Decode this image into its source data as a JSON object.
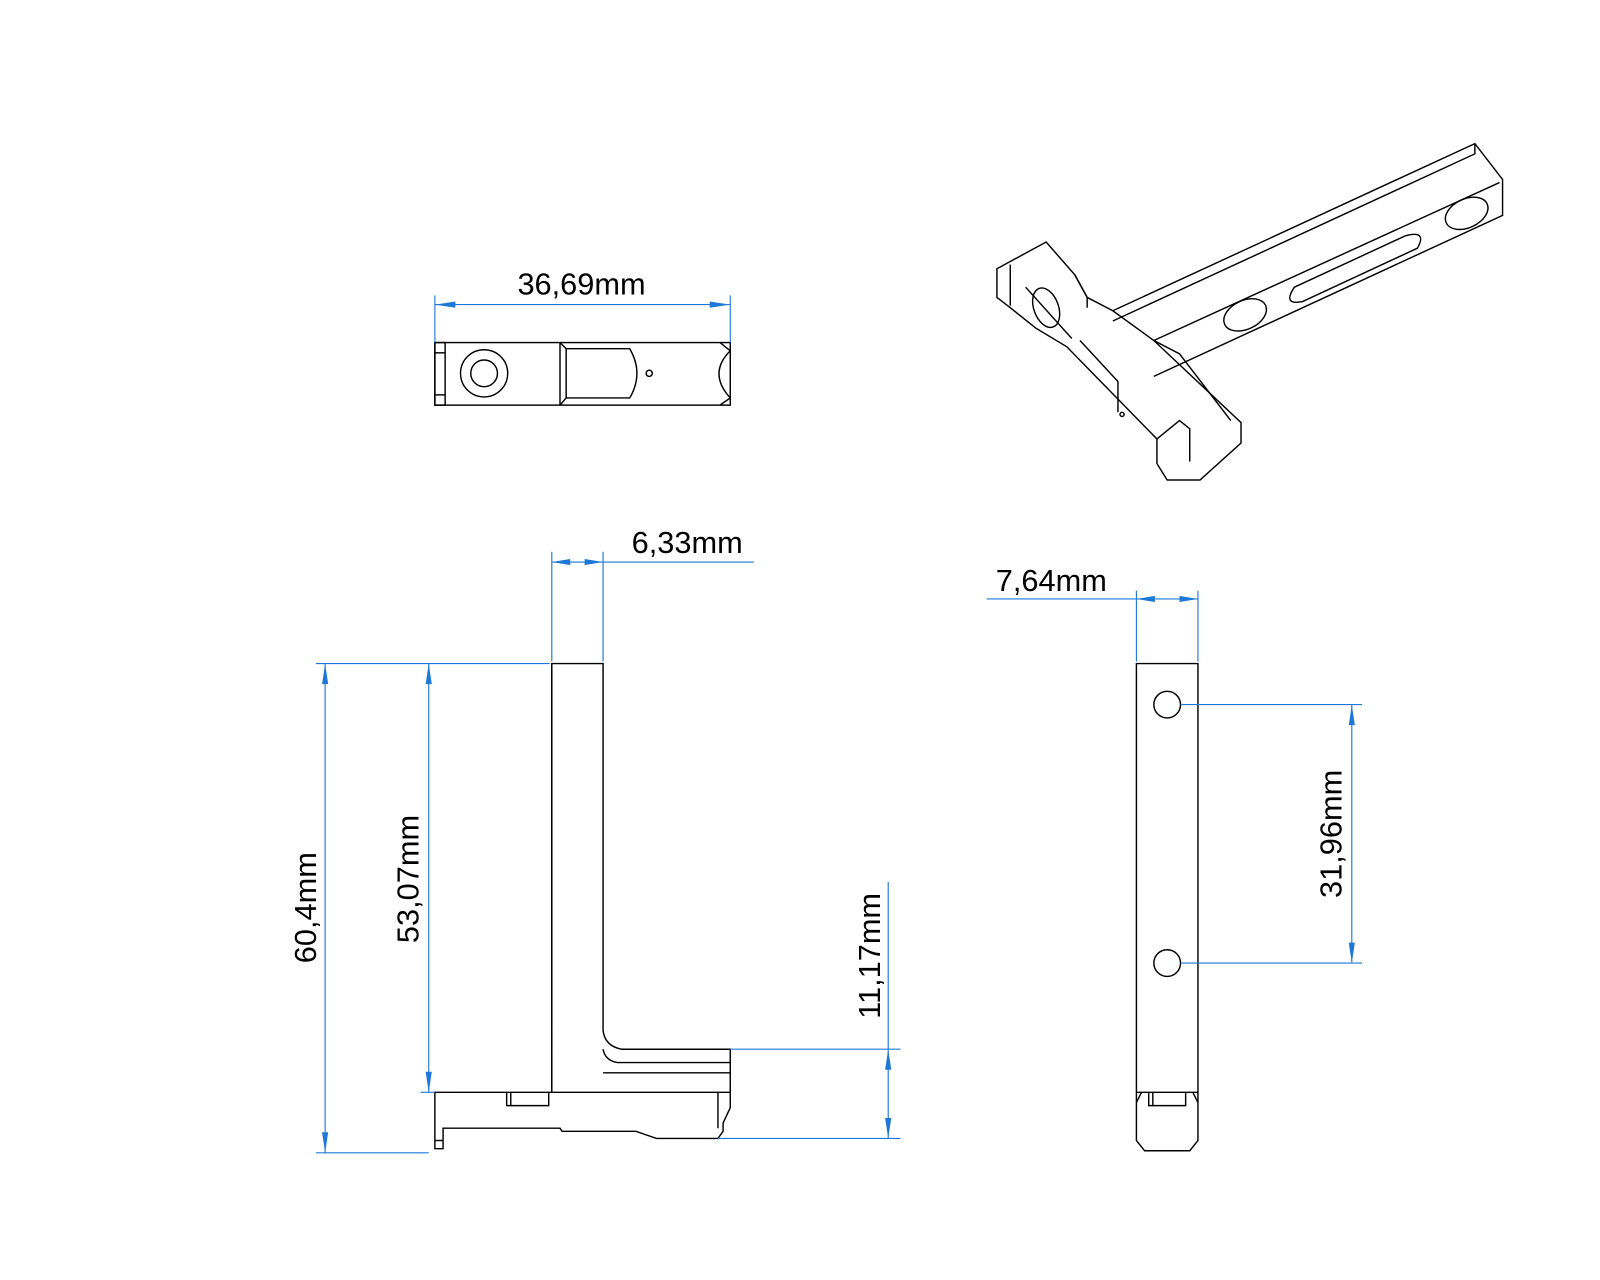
{
  "drawing": {
    "dimensions": {
      "top_view_length": "36,69mm",
      "side_plate_thickness": "6,33mm",
      "side_total_height": "60,4mm",
      "side_plate_height": "53,07mm",
      "side_base_height": "11,17mm",
      "end_view_width": "7,64mm",
      "end_view_hole_spacing": "31,96mm"
    },
    "colors": {
      "dimension_line": "#1e78d7",
      "part_line": "#000000"
    }
  }
}
